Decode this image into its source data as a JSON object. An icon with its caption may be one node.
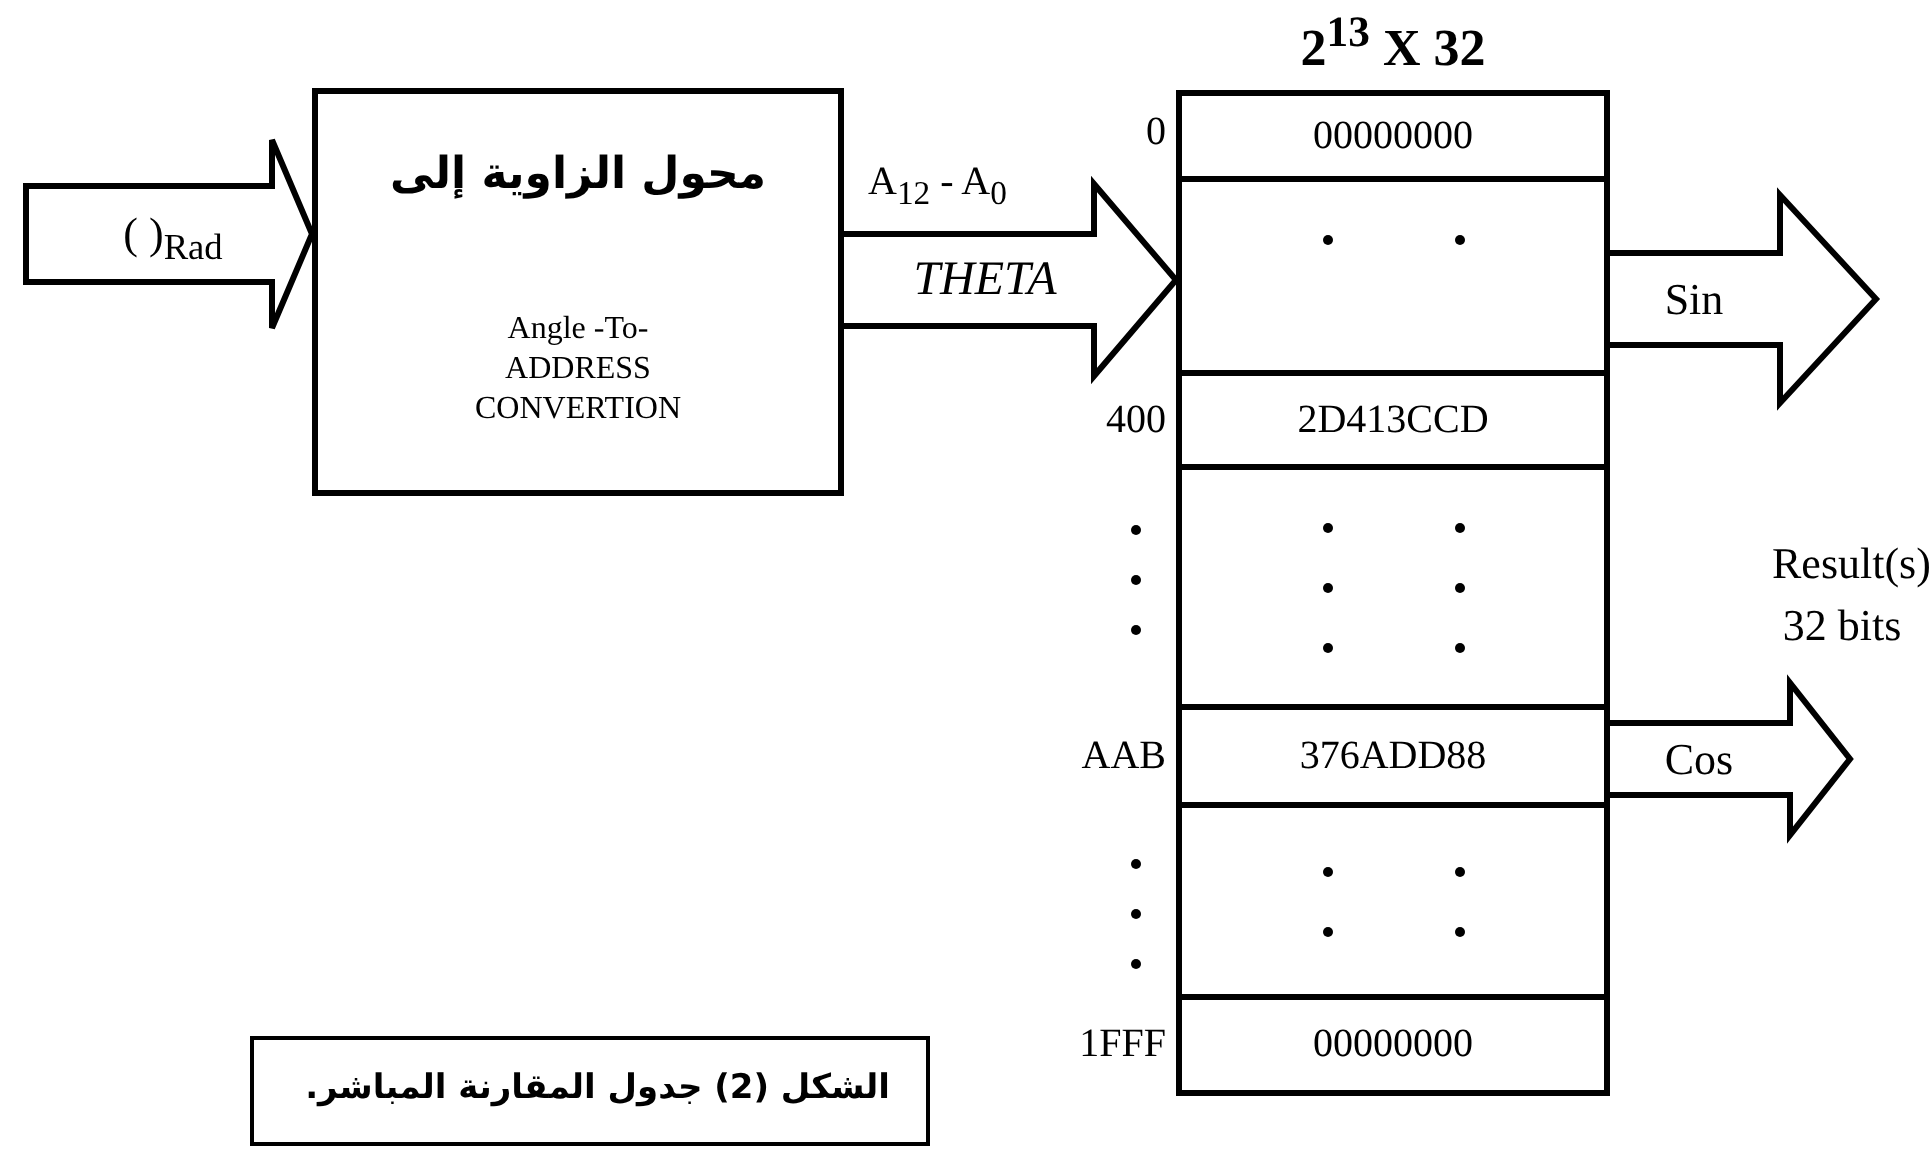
{
  "diagram": {
    "caption": "الشكل (2) جدول المقارنة المباشر.",
    "nodes": [
      {
        "text": [
          "محول الزاوية إلى",
          "Angle -To- ADDRESS CONVERTION"
        ]
      },
      {
        "text": [
          "2$^{13}$ X 32"
        ]
      },
      {
        "text": [
          "00000000"
        ],
        "in": 1,
        "beside": [
          "0"
        ]
      },
      {
        "text": [],
        "shape": "box",
        "in": 1
      },
      {
        "text": [
          "2D413CCD"
        ],
        "in": 1,
        "beside": [
          "400"
        ]
      },
      {
        "text": [],
        "shape": "box",
        "in": 1
      },
      {
        "text": [
          "376ADD88"
        ],
        "in": 1,
        "beside": [
          "AAB"
        ]
      },
      {
        "text": [],
        "shape": "box",
        "in": 1
      },
      {
        "text": [
          "00000000"
        ],
        "in": 1,
        "beside": [
          "1FFF"
        ]
      }
    ],
    "edges": [
      {
        "from": null,
        "to": 0,
        "arrow": "to",
        "label": "( )$_{Rad}$"
      },
      {
        "from": 0,
        "to": 1,
        "arrow": "to",
        "label": "THETA"
      },
      {
        "from": 3,
        "to": null,
        "arrow": "to",
        "label": "Sin"
      },
      {
        "from": 6,
        "to": null,
        "arrow": "to",
        "label": "Cos"
      }
    ],
    "labels": [
      "A$_{12}$ - A$_{0}$",
      "Result(s) 32 bits"
    ]
  }
}
